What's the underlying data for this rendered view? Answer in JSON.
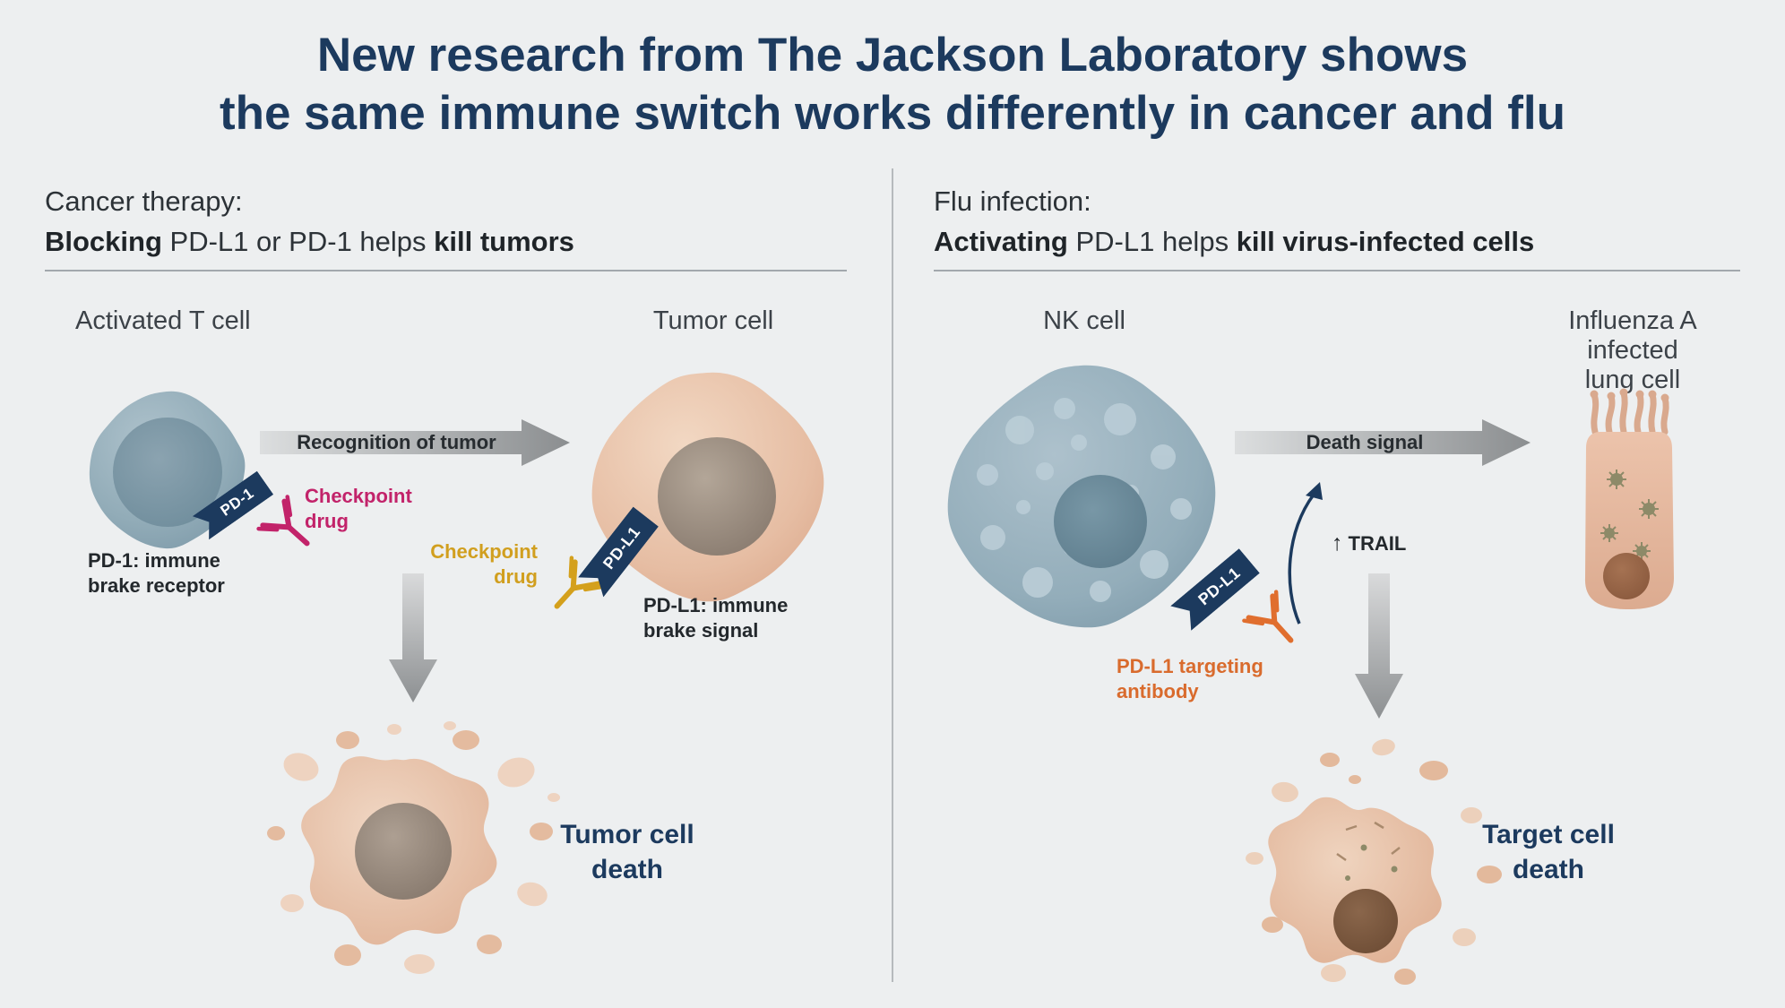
{
  "title": {
    "line1": "New research from The Jackson Laboratory shows",
    "line2": "the same immune switch works differently in cancer and flu"
  },
  "colors": {
    "navy": "#1c3a5e",
    "pink": "#c2236a",
    "gold": "#d19f1f",
    "orange": "#d96b2d",
    "background": "#edeff0",
    "arrow_gray_light": "#dcdedf",
    "arrow_gray_dark": "#8b8e90",
    "t_cell_blue": "#92acb8",
    "tumor_peach": "#e6bda3"
  },
  "left": {
    "header": {
      "line1": "Cancer therapy:",
      "bold1": "Blocking",
      "mid": " PD-L1 or PD-1 helps ",
      "bold2": "kill tumors"
    },
    "t_cell_label": "Activated T cell",
    "tumor_cell_label": "Tumor cell",
    "recognition_arrow_label": "Recognition of tumor",
    "pd1_tag": "PD-1",
    "checkpoint_drug_pink": "Checkpoint\ndrug",
    "pd1_caption": "PD-1: immune\nbrake receptor",
    "checkpoint_drug_gold": "Checkpoint\ndrug",
    "pdl1_tag": "PD-L1",
    "pdl1_caption": "PD-L1: immune\nbrake signal",
    "death_label": "Tumor cell\ndeath"
  },
  "right": {
    "header": {
      "line1": "Flu infection:",
      "bold1": "Activating",
      "mid": " PD-L1 helps ",
      "bold2": "kill virus-infected cells"
    },
    "nk_cell_label": "NK cell",
    "lung_cell_label": "Influenza A infected\nlung cell",
    "death_signal_arrow_label": "Death signal",
    "pdl1_tag": "PD-L1",
    "trail_glyph": "↑",
    "trail_label": "TRAIL",
    "antibody_caption": "PD-L1 targeting\nantibody",
    "death_label": "Target cell\ndeath"
  }
}
